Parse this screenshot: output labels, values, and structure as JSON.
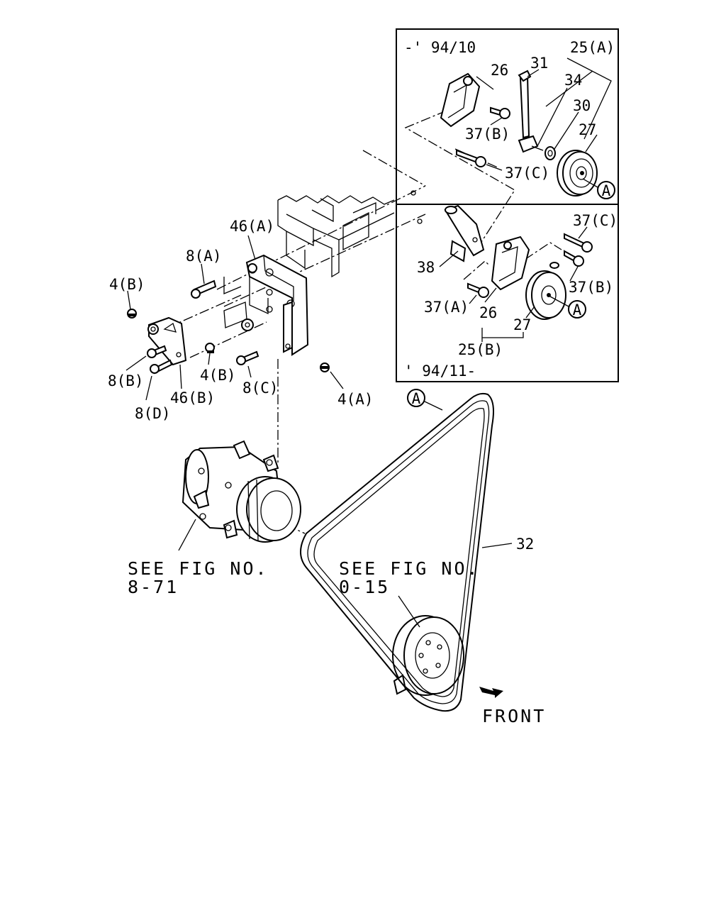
{
  "inset_top": {
    "date_range": "-' 94/10"
  },
  "inset_bottom": {
    "date_range": "' 94/11-"
  },
  "callouts": {
    "p25a": "25(A)",
    "p26_top": "26",
    "p31": "31",
    "p34": "34",
    "p30": "30",
    "p27_top": "27",
    "p37b_top": "37(B)",
    "p37c_top": "37(C)",
    "p37c_bot": "37(C)",
    "p38": "38",
    "p37b_bot": "37(B)",
    "p37a": "37(A)",
    "p26_bot": "26",
    "p27_bot": "27",
    "p25b": "25(B)",
    "p46a": "46(A)",
    "p8a": "8(A)",
    "p4b_left": "4(B)",
    "p8b": "8(B)",
    "p8d": "8(D)",
    "p46b": "46(B)",
    "p4b_mid": "4(B)",
    "p8c": "8(C)",
    "p4a": "4(A)",
    "p32": "32"
  },
  "circle_refs": {
    "ref_a": "A"
  },
  "see_fig_left": {
    "line1": "SEE FIG NO.",
    "line2": "8-71"
  },
  "see_fig_right": {
    "line1": "SEE FIG NO.",
    "line2": "0-15"
  },
  "direction": {
    "label": "FRONT",
    "icon": "front-arrow-icon"
  }
}
